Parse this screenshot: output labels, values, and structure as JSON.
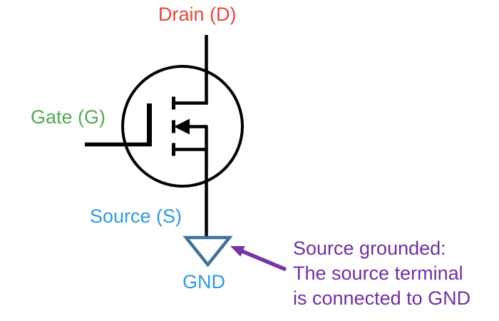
{
  "labels": {
    "drain": "Drain (D)",
    "gate": "Gate (G)",
    "source": "Source (S)",
    "gnd": "GND"
  },
  "annotation": {
    "lines": [
      "Source grounded:",
      "The source terminal",
      "is connected to GND"
    ]
  },
  "icons": {
    "ground_symbol": "downward-triangle-outline",
    "annotation_arrow": "arrow-pointing-upper-left",
    "mosfet_body_arrow": "left-pointing-substrate-arrow"
  },
  "colors": {
    "drain_label": "#e8453b",
    "gate_label": "#55a855",
    "source_label": "#2e9bdd",
    "gnd_label": "#2e9bdd",
    "ground_symbol_stroke": "#41719c",
    "annotation_text": "#7030a0",
    "annotation_arrow": "#7634a8",
    "circuit_lines": "#000000",
    "background": "#ffffff"
  }
}
